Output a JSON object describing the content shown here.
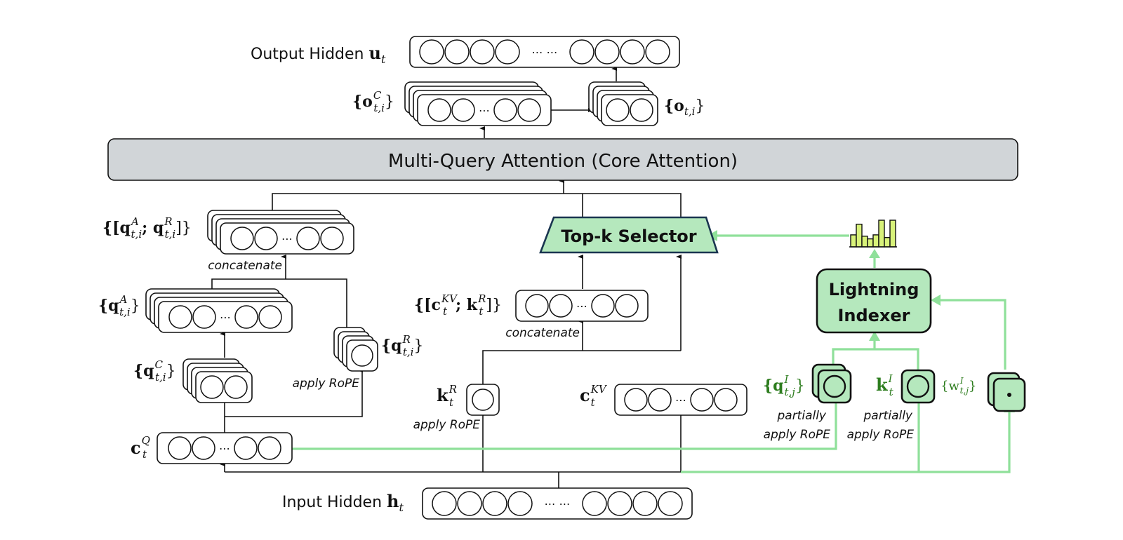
{
  "title": "DeepSeek Sparse Attention architecture (MLA with Lightning Indexer)",
  "colors": {
    "line": "#111111",
    "green_line": "#8fe09a",
    "green_fill": "#b5e8bd",
    "core_fill": "#d1d5d8",
    "selector_border": "#1a3550",
    "histogram_fill": "#d8f27a"
  },
  "labels": {
    "output_hidden": "Output Hidden",
    "output_hidden_sym": "u",
    "output_hidden_sub": "t",
    "o_c": "{o",
    "o_c_sup": "C",
    "o_c_sub": "t,i",
    "o_c_close": "}",
    "o_ti": "{o",
    "o_ti_sub": "t,i",
    "o_ti_close": "}",
    "core_attention": "Multi-Query Attention (Core Attention)",
    "q_concat": "{[q",
    "q_concat_supA": "A",
    "q_concat_subA": "t,i",
    "q_concat_mid": "; q",
    "q_concat_supR": "R",
    "q_concat_subR": "t,i",
    "q_concat_close": "]}",
    "concatenate": "concatenate",
    "q_a": "{q",
    "q_a_sup": "A",
    "q_a_sub": "t,i",
    "q_a_close": "}",
    "q_c": "{q",
    "q_c_sup": "C",
    "q_c_sub": "t,i",
    "q_c_close": "}",
    "q_r": "{q",
    "q_r_sup": "R",
    "q_r_sub": "t,i",
    "q_r_close": "}",
    "apply_rope": "apply RoPE",
    "c_q": "c",
    "c_q_sup": "Q",
    "c_q_sub": "t",
    "topk": "Top-k Selector",
    "kv_concat": "{[c",
    "kv_concat_sup": "KV",
    "kv_concat_sub": "t",
    "kv_concat_mid": "; k",
    "kv_concat_sup2": "R",
    "kv_concat_sub2": "t",
    "kv_concat_close": "]}",
    "k_r": "k",
    "k_r_sup": "R",
    "k_r_sub": "t",
    "c_kv": "c",
    "c_kv_sup": "KV",
    "c_kv_sub": "t",
    "lightning_line1": "Lightning",
    "lightning_line2": "Indexer",
    "q_i": "{q",
    "q_i_sup": "I",
    "q_i_sub": "t,j",
    "q_i_close": "}",
    "k_i": "k",
    "k_i_sup": "I",
    "k_i_sub": "t",
    "w_i": "{w",
    "w_i_sup": "I",
    "w_i_sub": "t,j",
    "w_i_close": "}",
    "partially": "partially",
    "input_hidden": "Input Hidden",
    "input_hidden_sym": "h",
    "input_hidden_sub": "t",
    "ellipsis": "⋯",
    "double_ellipsis": "⋯  ⋯"
  },
  "histogram_values": [
    0.45,
    0.85,
    0.4,
    0.3,
    0.45,
    1.0,
    0.35,
    1.0
  ]
}
